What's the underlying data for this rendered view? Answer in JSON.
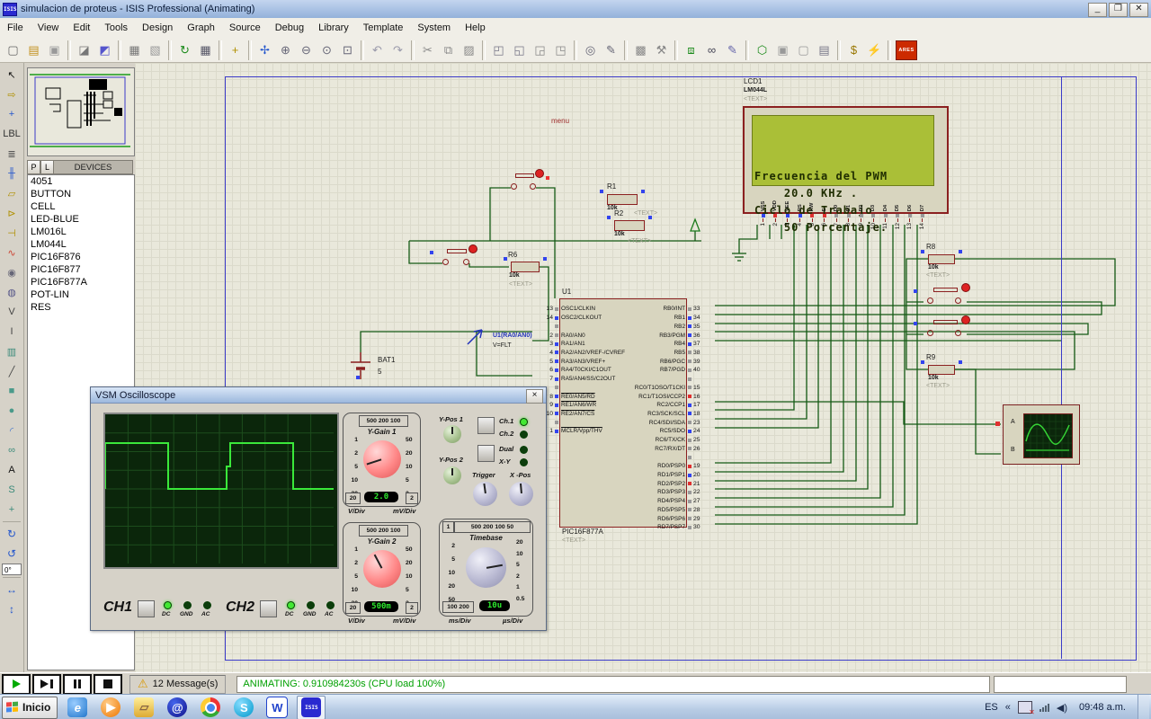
{
  "window": {
    "title": "simulacion de proteus - ISIS Professional (Animating)",
    "app_icon": "ISIS",
    "minimize": "_",
    "maximize": "❐",
    "close": "✕"
  },
  "menu_bar": {
    "items": [
      "File",
      "View",
      "Edit",
      "Tools",
      "Design",
      "Graph",
      "Source",
      "Debug",
      "Library",
      "Template",
      "System",
      "Help"
    ]
  },
  "toolbar": {
    "ares_label": "ARES",
    "groups": [
      [
        {
          "name": "new-file-icon",
          "glyph": "▢",
          "color": "#666"
        },
        {
          "name": "open-file-icon",
          "glyph": "▤",
          "color": "#c29220"
        },
        {
          "name": "save-file-icon",
          "glyph": "▣",
          "color": "#999"
        }
      ],
      [
        {
          "name": "import-section-icon",
          "glyph": "◪",
          "color": "#777"
        },
        {
          "name": "export-section-icon",
          "glyph": "◩",
          "color": "#55c"
        }
      ],
      [
        {
          "name": "print-icon",
          "glyph": "▦",
          "color": "#777"
        },
        {
          "name": "mark-output-area-icon",
          "glyph": "▧",
          "color": "#999"
        }
      ],
      [
        {
          "name": "refresh-display-icon",
          "glyph": "↻",
          "color": "#1a8a1a"
        },
        {
          "name": "toggle-grid-icon",
          "glyph": "▦",
          "color": "#556"
        }
      ],
      [
        {
          "name": "false-origin-icon",
          "glyph": "+",
          "color": "#b09000"
        }
      ],
      [
        {
          "name": "pan-icon",
          "glyph": "✢",
          "color": "#2255cc"
        },
        {
          "name": "zoom-in-icon",
          "glyph": "⊕",
          "color": "#667"
        },
        {
          "name": "zoom-out-icon",
          "glyph": "⊖",
          "color": "#667"
        },
        {
          "name": "zoom-all-icon",
          "glyph": "⊙",
          "color": "#667"
        },
        {
          "name": "zoom-area-icon",
          "glyph": "⊡",
          "color": "#667"
        }
      ],
      [
        {
          "name": "undo-icon",
          "glyph": "↶",
          "color": "#99a"
        },
        {
          "name": "redo-icon",
          "glyph": "↷",
          "color": "#99a"
        }
      ],
      [
        {
          "name": "cut-icon",
          "glyph": "✂",
          "color": "#888"
        },
        {
          "name": "copy-icon",
          "glyph": "⧉",
          "color": "#888"
        },
        {
          "name": "paste-icon",
          "glyph": "▨",
          "color": "#888"
        }
      ],
      [
        {
          "name": "block-copy-icon",
          "glyph": "◰",
          "color": "#778"
        },
        {
          "name": "block-move-icon",
          "glyph": "◱",
          "color": "#778"
        },
        {
          "name": "block-rotate-icon",
          "glyph": "◲",
          "color": "#888"
        },
        {
          "name": "block-delete-icon",
          "glyph": "◳",
          "color": "#888"
        }
      ],
      [
        {
          "name": "pick-device-icon",
          "glyph": "◎",
          "color": "#667"
        },
        {
          "name": "make-device-icon",
          "glyph": "✎",
          "color": "#667"
        }
      ],
      [
        {
          "name": "packaging-tool-icon",
          "glyph": "▩",
          "color": "#888"
        },
        {
          "name": "decompose-icon",
          "glyph": "⚒",
          "color": "#888"
        }
      ],
      [
        {
          "name": "wire-autorouter-icon",
          "glyph": "⧈",
          "color": "#1a8a1a"
        },
        {
          "name": "search-tag-icon",
          "glyph": "∞",
          "color": "#445"
        },
        {
          "name": "property-assignment-icon",
          "glyph": "✎",
          "color": "#66a"
        }
      ],
      [
        {
          "name": "design-explorer-icon",
          "glyph": "⬡",
          "color": "#1a8a1a"
        },
        {
          "name": "new-sheet-icon",
          "glyph": "▣",
          "color": "#999"
        },
        {
          "name": "remove-sheet-icon",
          "glyph": "▢",
          "color": "#999"
        },
        {
          "name": "goto-sheet-icon",
          "glyph": "▤",
          "color": "#778"
        }
      ],
      [
        {
          "name": "bill-of-materials-icon",
          "glyph": "$",
          "color": "#997700"
        },
        {
          "name": "electrical-rule-check-icon",
          "glyph": "⚡",
          "color": "#2255cc"
        }
      ]
    ]
  },
  "left_toolbar": {
    "items": [
      {
        "name": "selection-mode-icon",
        "glyph": "↖",
        "color": "#111"
      },
      {
        "name": "component-mode-icon",
        "glyph": "⇨",
        "color": "#b09000"
      },
      {
        "name": "junction-dot-mode-icon",
        "glyph": "+",
        "color": "#2255cc"
      },
      {
        "name": "wire-label-mode-icon",
        "glyph": "LBL",
        "color": "#333"
      },
      {
        "name": "text-script-mode-icon",
        "glyph": "≣",
        "color": "#555"
      },
      {
        "name": "buses-mode-icon",
        "glyph": "╫",
        "color": "#2255cc"
      },
      {
        "name": "subcircuit-mode-icon",
        "glyph": "▱",
        "color": "#b09000"
      },
      {
        "name": "terminal-mode-icon",
        "glyph": "⊳",
        "color": "#b09000"
      },
      {
        "name": "device-pin-mode-icon",
        "glyph": "⊣",
        "color": "#b09000"
      },
      {
        "name": "graph-mode-icon",
        "glyph": "∿",
        "color": "#cc4433"
      },
      {
        "name": "tape-recorder-mode-icon",
        "glyph": "◉",
        "color": "#667"
      },
      {
        "name": "generator-mode-icon",
        "glyph": "◍",
        "color": "#558"
      },
      {
        "name": "voltage-probe-mode-icon",
        "glyph": "V",
        "color": "#444"
      },
      {
        "name": "current-probe-mode-icon",
        "glyph": "I",
        "color": "#444"
      },
      {
        "name": "virtual-instrument-mode-icon",
        "glyph": "▥",
        "color": "#3a8a7a"
      },
      {
        "name": "line-2d-icon",
        "glyph": "╱",
        "color": "#444"
      },
      {
        "name": "box-2d-icon",
        "glyph": "■",
        "color": "#4a9a8a"
      },
      {
        "name": "circle-2d-icon",
        "glyph": "●",
        "color": "#4a9a8a"
      },
      {
        "name": "arc-2d-icon",
        "glyph": "◜",
        "color": "#4477cc"
      },
      {
        "name": "path-2d-icon",
        "glyph": "∞",
        "color": "#3a8a7a"
      },
      {
        "name": "text-2d-icon",
        "glyph": "A",
        "color": "#111"
      },
      {
        "name": "symbol-2d-icon",
        "glyph": "S",
        "color": "#3a8a7a"
      },
      {
        "name": "marker-2d-icon",
        "glyph": "+",
        "color": "#3a8a7a"
      }
    ],
    "rotate_cw": "↻",
    "rotate_ccw": "↺",
    "angle_value": "0°",
    "mirror_h": "↔",
    "mirror_v": "↕"
  },
  "left_panel": {
    "p_button": "P",
    "l_button": "L",
    "devices_header": "DEVICES",
    "devices": [
      "4051",
      "BUTTON",
      "CELL",
      "LED-BLUE",
      "LM016L",
      "LM044L",
      "PIC16F876",
      "PIC16F877",
      "PIC16F877A",
      "POT-LIN",
      "RES"
    ],
    "selected_device": "4051"
  },
  "schematic": {
    "menu_label": "menu",
    "text_placeholder": "<TEXT>",
    "lcd": {
      "ref": "LCD1",
      "part": "LM044L",
      "lines": [
        "Frecuencia del PWM",
        "    20.0 KHz .",
        "Ciclo de Trabajo",
        "    50 Porcentaje."
      ],
      "pins": [
        {
          "label": "VSS",
          "num": "1",
          "c": "b"
        },
        {
          "label": "VDD",
          "num": "2",
          "c": "r"
        },
        {
          "label": "VEE",
          "num": "3",
          "c": "b"
        },
        {
          "label": "RS",
          "num": "4",
          "c": "b"
        },
        {
          "label": "RW",
          "num": "5",
          "c": "r"
        },
        {
          "label": "E",
          "num": "6",
          "c": "r"
        },
        {
          "label": "D0",
          "num": "7",
          "c": "g"
        },
        {
          "label": "D1",
          "num": "8",
          "c": "g"
        },
        {
          "label": "D2",
          "num": "9",
          "c": "g"
        },
        {
          "label": "D3",
          "num": "10",
          "c": "g"
        },
        {
          "label": "D4",
          "num": "11",
          "c": "g"
        },
        {
          "label": "D5",
          "num": "12",
          "c": "g"
        },
        {
          "label": "D6",
          "num": "13",
          "c": "g"
        },
        {
          "label": "D7",
          "num": "14",
          "c": "g"
        }
      ]
    },
    "mcu": {
      "ref": "U1",
      "part": "PIC16F877A",
      "left_pins": [
        {
          "num": "13",
          "label": "OSC1/CLKIN",
          "c": "g"
        },
        {
          "num": "14",
          "label": "OSC2/CLKOUT",
          "c": "b"
        },
        {
          "num": "",
          "label": "",
          "c": ""
        },
        {
          "num": "2",
          "label": "RA0/AN0",
          "c": "g"
        },
        {
          "num": "3",
          "label": "RA1/AN1",
          "c": "b"
        },
        {
          "num": "4",
          "label": "RA2/AN2/VREF-/CVREF",
          "c": "b"
        },
        {
          "num": "5",
          "label": "RA3/AN3/VREF+",
          "c": "b"
        },
        {
          "num": "6",
          "label": "RA4/T0CKI/C1OUT",
          "c": "b"
        },
        {
          "num": "7",
          "label": "RA5/AN4/SS/C2OUT",
          "c": "b"
        },
        {
          "num": "",
          "label": "",
          "c": ""
        },
        {
          "num": "8",
          "label": "RE0/AN5/RD",
          "c": "b"
        },
        {
          "num": "9",
          "label": "RE1/AN6/WR",
          "c": "b"
        },
        {
          "num": "10",
          "label": "RE2/AN7/CS",
          "c": "b"
        },
        {
          "num": "",
          "label": "",
          "c": ""
        },
        {
          "num": "1",
          "label": "MCLR/Vpp/THV",
          "c": "b"
        }
      ],
      "right_pins": [
        {
          "num": "33",
          "label": "RB0/INT",
          "c": "g"
        },
        {
          "num": "34",
          "label": "RB1",
          "c": "b"
        },
        {
          "num": "35",
          "label": "RB2",
          "c": "b"
        },
        {
          "num": "36",
          "label": "RB3/PGM",
          "c": "b"
        },
        {
          "num": "37",
          "label": "RB4",
          "c": "b"
        },
        {
          "num": "38",
          "label": "RB5",
          "c": "g"
        },
        {
          "num": "39",
          "label": "RB6/PGC",
          "c": "g"
        },
        {
          "num": "40",
          "label": "RB7/PGD",
          "c": "g"
        },
        {
          "num": "",
          "label": "",
          "c": ""
        },
        {
          "num": "15",
          "label": "RC0/T1OSO/T1CKI",
          "c": "g"
        },
        {
          "num": "16",
          "label": "RC1/T1OSI/CCP2",
          "c": "r"
        },
        {
          "num": "17",
          "label": "RC2/CCP1",
          "c": "b"
        },
        {
          "num": "18",
          "label": "RC3/SCK/SCL",
          "c": "b"
        },
        {
          "num": "23",
          "label": "RC4/SDI/SDA",
          "c": "g"
        },
        {
          "num": "24",
          "label": "RC5/SDO",
          "c": "b"
        },
        {
          "num": "25",
          "label": "RC6/TX/CK",
          "c": "g"
        },
        {
          "num": "26",
          "label": "RC7/RX/DT",
          "c": "g"
        },
        {
          "num": "",
          "label": "",
          "c": ""
        },
        {
          "num": "19",
          "label": "RD0/PSP0",
          "c": "r"
        },
        {
          "num": "20",
          "label": "RD1/PSP1",
          "c": "b"
        },
        {
          "num": "21",
          "label": "RD2/PSP2",
          "c": "r"
        },
        {
          "num": "22",
          "label": "RD3/PSP3",
          "c": "g"
        },
        {
          "num": "27",
          "label": "RD4/PSP4",
          "c": "g"
        },
        {
          "num": "28",
          "label": "RD5/PSP5",
          "c": "g"
        },
        {
          "num": "29",
          "label": "RD6/PSP6",
          "c": "g"
        },
        {
          "num": "30",
          "label": "RD7/PSP7",
          "c": "g"
        }
      ]
    },
    "resistors": [
      {
        "ref": "R1",
        "value": "10k"
      },
      {
        "ref": "R2",
        "value": "10k"
      },
      {
        "ref": "R6",
        "value": "10k"
      },
      {
        "ref": "R8",
        "value": "10k"
      },
      {
        "ref": "R9",
        "value": "10k"
      }
    ],
    "battery": {
      "ref": "BAT1",
      "value": "5"
    },
    "probe": {
      "label": "U1(RA0/AN0)",
      "value": "V=FLT"
    },
    "miniscope": {
      "input_a": "A",
      "input_b": "B"
    }
  },
  "oscilloscope": {
    "title": "VSM Oscilloscope",
    "close": "×",
    "ch1": "CH1",
    "ch2": "CH2",
    "coupling": {
      "dc": "DC",
      "gnd": "GND",
      "ac": "AC"
    },
    "gain1": {
      "label": "Y-Gain 1",
      "value": "2.0",
      "top": "500 200 100",
      "left": [
        "1",
        "2",
        "5",
        "10",
        "20"
      ],
      "right": [
        "50",
        "20",
        "10",
        "5",
        "2"
      ],
      "bottom_left": "20",
      "bottom_right": "2",
      "unit_left": "V/Div",
      "unit_right": "mV/Div"
    },
    "gain2": {
      "label": "Y-Gain 2",
      "value": "500m",
      "top": "500 200 100",
      "left": [
        "1",
        "2",
        "5",
        "10",
        "20"
      ],
      "right": [
        "50",
        "20",
        "10",
        "5",
        "2"
      ],
      "bottom_left": "20",
      "bottom_right": "2",
      "unit_left": "V/Div",
      "unit_right": "mV/Div"
    },
    "timebase": {
      "label": "Timebase",
      "value": "10u",
      "top_left": "1",
      "top": "500 200 100 50",
      "left": [
        "2",
        "5",
        "10",
        "20",
        "50"
      ],
      "right": [
        "20",
        "10",
        "5",
        "2",
        "1",
        "0.5"
      ],
      "bottom_left": "100 200",
      "unit_left": "ms/Div",
      "unit_right": "µs/Div"
    },
    "ypos1": "Y-Pos 1",
    "ypos2": "Y-Pos 2",
    "trigger": "Trigger",
    "xpos": "X -Pos",
    "modes": {
      "ch1": "Ch.1",
      "ch2": "Ch.2",
      "dual": "Dual",
      "xy": "X-Y"
    }
  },
  "status_bar": {
    "messages": "12 Message(s)",
    "animating": "ANIMATING: 0.910984230s (CPU load 100%)"
  },
  "taskbar": {
    "start": "Inicio",
    "lang": "ES",
    "time": "09:48 a.m."
  }
}
